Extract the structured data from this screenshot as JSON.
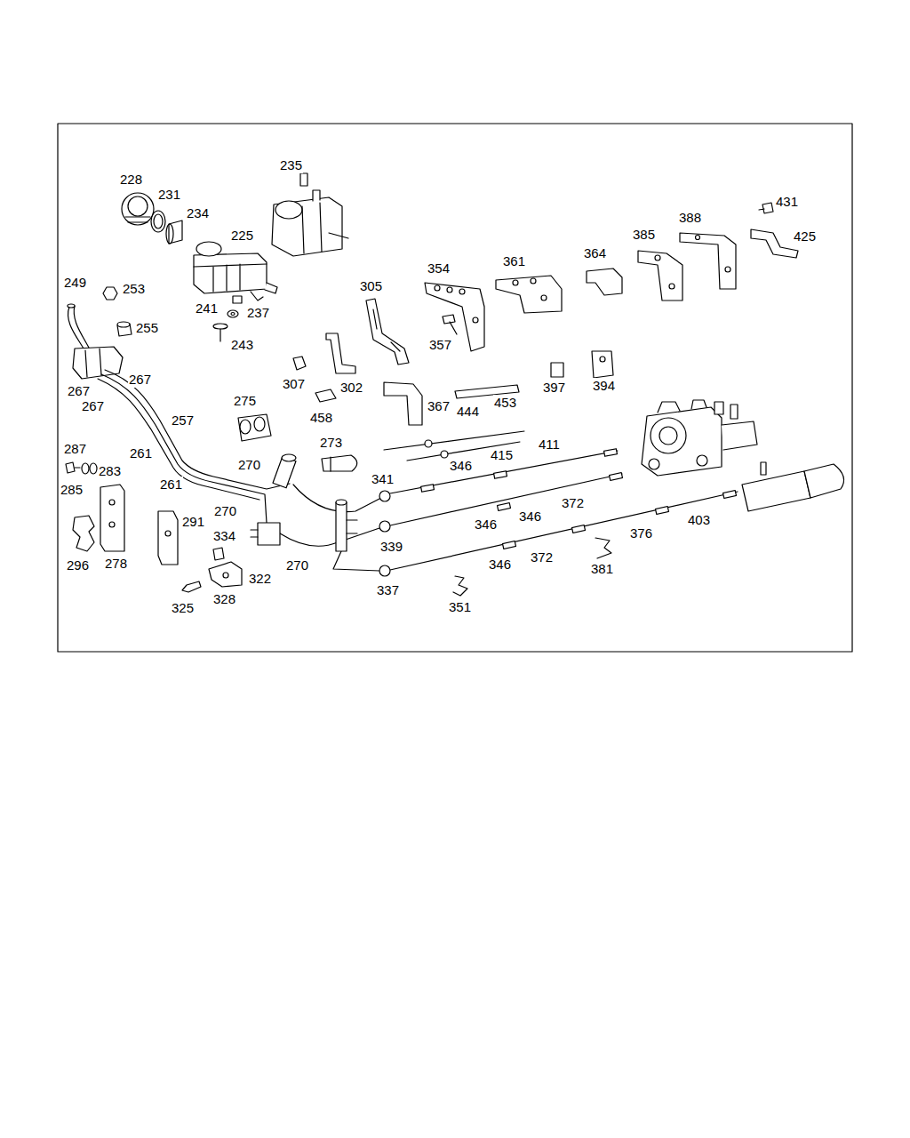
{
  "diagram": {
    "labels": [
      "235",
      "228",
      "231",
      "234",
      "225",
      "431",
      "388",
      "385",
      "425",
      "364",
      "361",
      "354",
      "249",
      "253",
      "305",
      "241",
      "237",
      "255",
      "357",
      "243",
      "307",
      "302",
      "267",
      "267",
      "267",
      "397",
      "394",
      "458",
      "444",
      "453",
      "367",
      "275",
      "257",
      "273",
      "411",
      "261",
      "415",
      "287",
      "283",
      "346",
      "270",
      "341",
      "285",
      "261",
      "372",
      "270",
      "346",
      "346",
      "291",
      "296",
      "278",
      "334",
      "339",
      "376",
      "403",
      "270",
      "322",
      "372",
      "346",
      "381",
      "328",
      "325",
      "337",
      "351"
    ]
  }
}
